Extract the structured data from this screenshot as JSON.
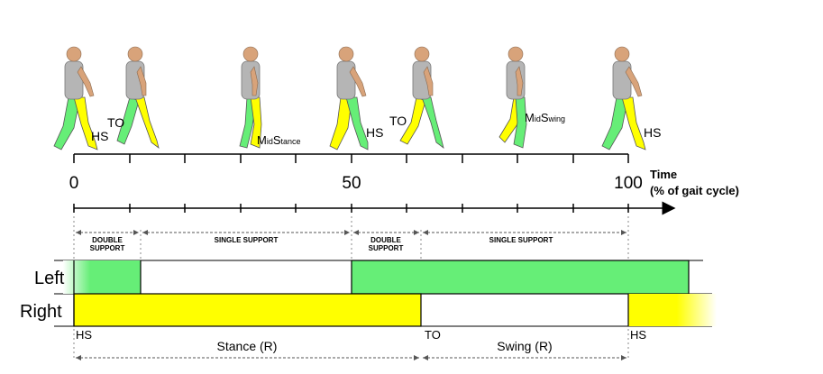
{
  "figures": [
    {
      "label": "HS",
      "swing_leg": "left"
    },
    {
      "label": "TO",
      "swing_leg": "left"
    },
    {
      "label_main": "M",
      "label_sub": "id",
      "label_main2": "S",
      "label_sub2": "tance",
      "swing_leg": "left"
    },
    {
      "label": "HS",
      "swing_leg": "right"
    },
    {
      "label": "TO",
      "swing_leg": "right"
    },
    {
      "label_main": "M",
      "label_sub": "id",
      "label_main2": "S",
      "label_sub2": "wing",
      "swing_leg": "right"
    },
    {
      "label": "HS",
      "swing_leg": "left"
    }
  ],
  "axis": {
    "ticks": [
      "0",
      "50",
      "100"
    ],
    "title_line1": "Time",
    "title_line2": "(% of gait cycle)"
  },
  "phases": {
    "double_support_1": [
      "DOUBLE",
      "SUPPORT"
    ],
    "single_support_1": "SINGLE SUPPORT",
    "double_support_2": [
      "DOUBLE",
      "SUPPORT"
    ],
    "single_support_2": "SINGLE SUPPORT"
  },
  "bars": {
    "left_label": "Left",
    "right_label": "Right"
  },
  "events": {
    "hs_start": "HS",
    "to_right": "TO",
    "hs_end": "HS",
    "stance_label": "Stance (R)",
    "swing_label": "Swing (R)"
  },
  "colors": {
    "left_leg": "#66ee77",
    "right_leg": "#ffff00",
    "body": "#b5b5b5",
    "skin": "#d8a37a"
  }
}
